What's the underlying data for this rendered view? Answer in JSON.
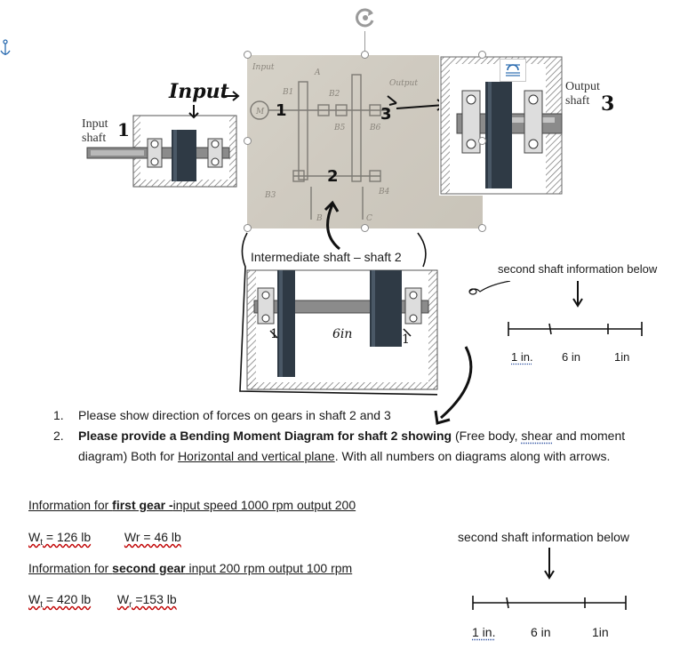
{
  "figure": {
    "input_label": "Input",
    "input_shaft_label_line1": "Input",
    "input_shaft_label_line2": "shaft",
    "input_shaft_number": "1",
    "output_shaft_label_line1": "Output",
    "output_shaft_label_line2": "shaft",
    "output_shaft_number": "3",
    "photo_labels": {
      "input": "Input",
      "output": "Output",
      "motor": "M",
      "shaft1": "1",
      "shaft2": "2",
      "shaft3": "3",
      "A": "A",
      "B": "B",
      "C": "C",
      "B1": "B1",
      "B2": "B2",
      "B3": "B3",
      "B4": "B4",
      "B5": "B5",
      "B6": "B6"
    },
    "intermediate_shaft_label": "Intermediate shaft – shaft 2",
    "six_in_label": "6in",
    "mark_left": "1",
    "mark_right": "1"
  },
  "shaft_info_1": {
    "title": "second shaft information below",
    "dims": [
      "1 in.",
      "6 in",
      "1in"
    ]
  },
  "tasks": [
    {
      "num": "1.",
      "text": "Please show direction of forces on gears in shaft 2 and 3"
    },
    {
      "num": "2.",
      "bold": "Please provide a Bending Moment Diagram for shaft 2 showing",
      "rest1": " (Free body, ",
      "shear": "shear",
      "rest2": " and moment diagram) Both for ",
      "planes": "Horizontal and vertical plane",
      "rest3": ". With all numbers on diagrams along with arrows."
    }
  ],
  "first_gear": {
    "prefix": "Information for ",
    "bold": "first gear -",
    "suffix": "input speed 1000 rpm output 200",
    "wt_label": "W",
    "wt_sub": "t",
    "wt_value": " = 126 lb",
    "wr_value": "Wr = 46 lb"
  },
  "second_gear": {
    "prefix": "Information for ",
    "bold": "second gear",
    "suffix": " input 200 rpm output 100 rpm",
    "wt_label": "W",
    "wt_sub": "t",
    "wt_value": " = 420 lb",
    "wr_label": "W",
    "wr_sub": "r",
    "wr_value": " =153 lb"
  },
  "shaft_info_2": {
    "title": "second shaft information below",
    "dims": [
      "1 in.",
      "6 in",
      "1in"
    ]
  },
  "colors": {
    "selection_handle": "#888888",
    "ink": "#111111",
    "gear_dark": "#2f3a45",
    "hatch": "#7a7a7a"
  }
}
